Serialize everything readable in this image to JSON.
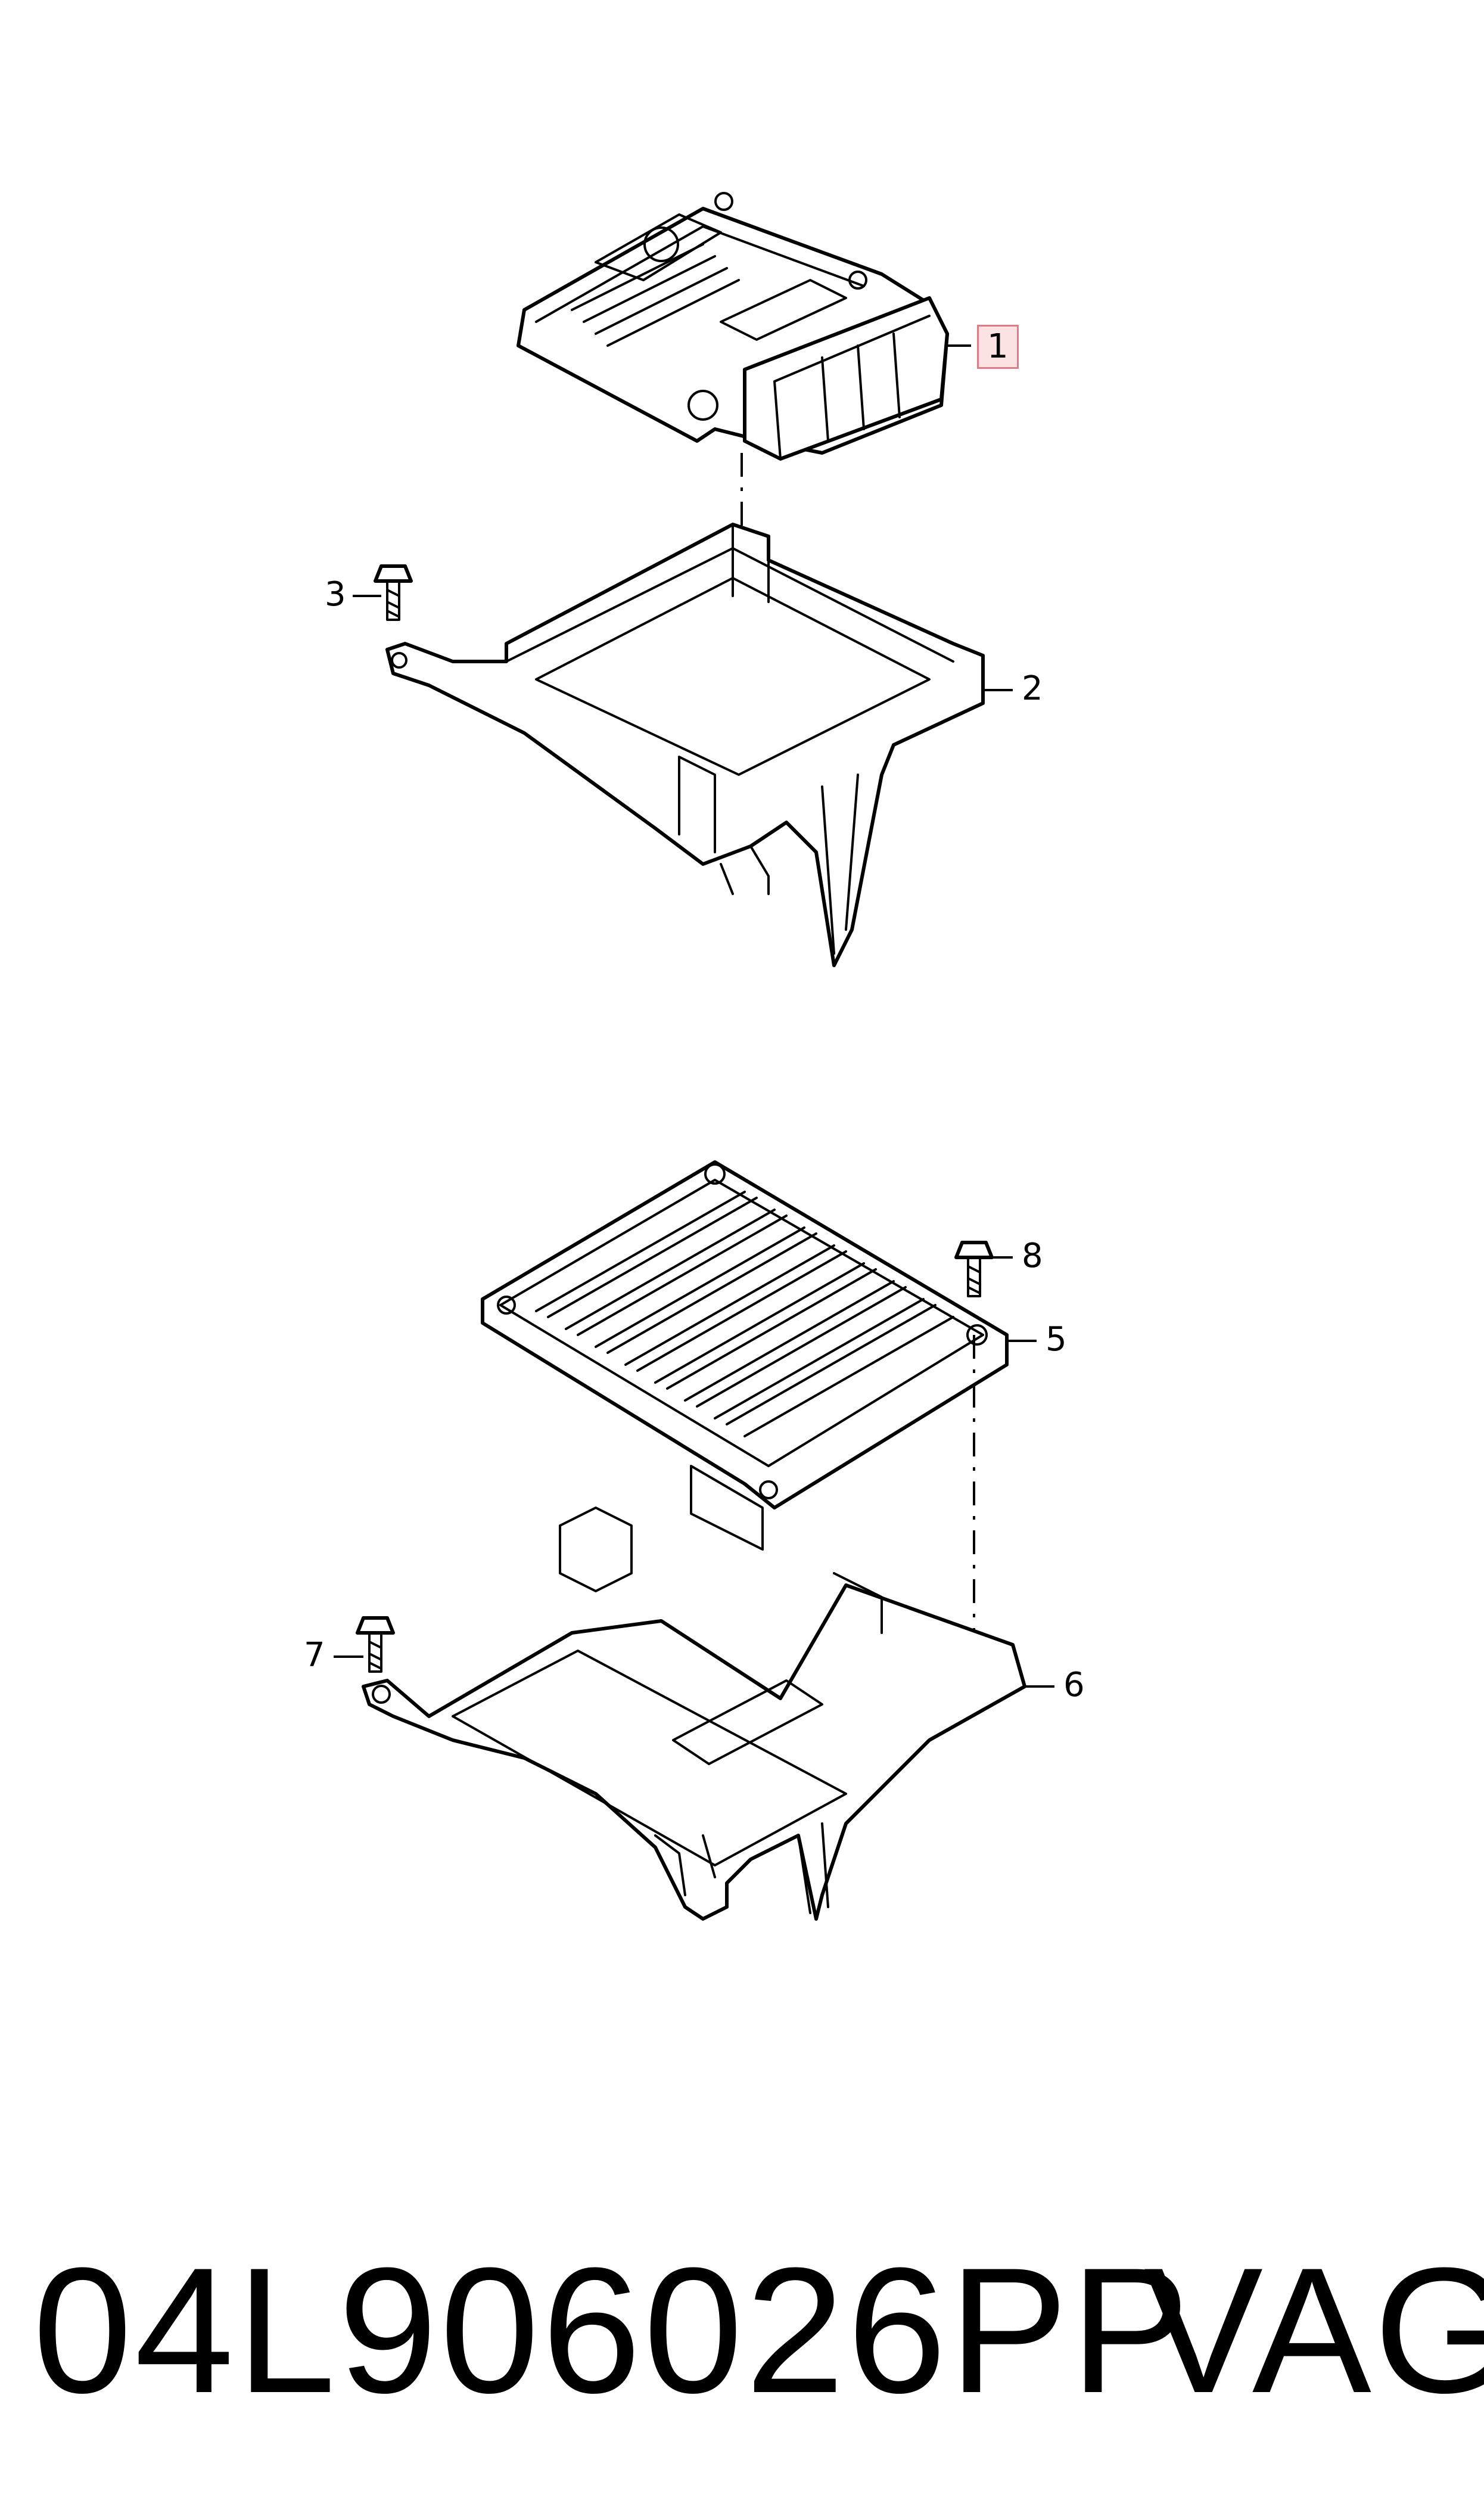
{
  "callouts": [
    {
      "id": "1",
      "label": "1"
    },
    {
      "id": "2",
      "label": "2"
    },
    {
      "id": "3",
      "label": "3"
    },
    {
      "id": "5",
      "label": "5"
    },
    {
      "id": "6",
      "label": "6"
    },
    {
      "id": "7",
      "label": "7"
    },
    {
      "id": "8",
      "label": "8"
    }
  ],
  "highlight_color": "#e07a87",
  "part_number": "04L906026PP",
  "brand": "VAG"
}
